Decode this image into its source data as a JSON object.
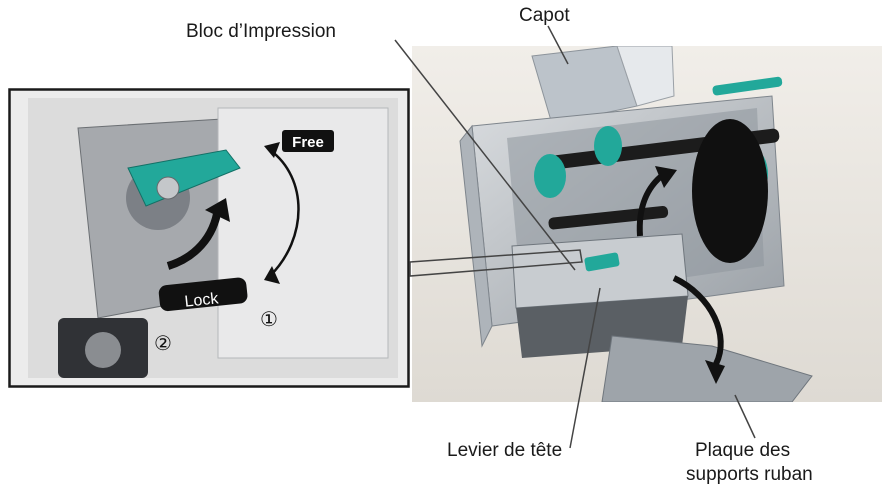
{
  "labels": {
    "bloc_impression": "Bloc d’Impression",
    "capot": "Capot",
    "levier_tete": "Levier de tête",
    "plaque_line1": "Plaque des",
    "plaque_line2": "supports ruban"
  },
  "inset": {
    "free_tag": "Free",
    "lock_tag": "Lock",
    "marker_1": "①",
    "marker_2": "②"
  },
  "colors": {
    "accent_teal": "#22a89a",
    "inset_frame": "#1a1a1a",
    "callout_line": "#444444"
  },
  "icons": {
    "curved_arrow": "curved-arrow-icon",
    "rotation_arc": "double-arc-arrow-icon",
    "lift_arrow": "up-curved-arrow-icon",
    "lower_arrow": "down-curved-arrow-icon"
  }
}
